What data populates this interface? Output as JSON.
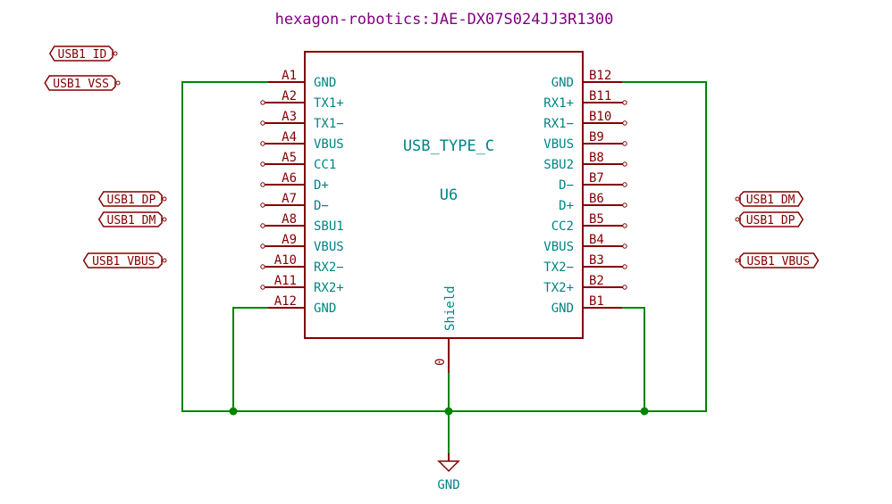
{
  "component": {
    "library_id": "hexagon-robotics:JAE-DX07S024JJ3R1300",
    "value": "USB_TYPE_C",
    "reference": "U6",
    "shield_pin_name": "Shield",
    "shield_pin_number": "0",
    "left_pins": [
      {
        "number": "A1",
        "name": "GND",
        "connected": true
      },
      {
        "number": "A2",
        "name": "TX1+",
        "connected": false
      },
      {
        "number": "A3",
        "name": "TX1−",
        "connected": false
      },
      {
        "number": "A4",
        "name": "VBUS",
        "connected": false
      },
      {
        "number": "A5",
        "name": "CC1",
        "connected": false
      },
      {
        "number": "A6",
        "name": "D+",
        "connected": false
      },
      {
        "number": "A7",
        "name": "D−",
        "connected": false
      },
      {
        "number": "A8",
        "name": "SBU1",
        "connected": false
      },
      {
        "number": "A9",
        "name": "VBUS",
        "connected": false
      },
      {
        "number": "A10",
        "name": "RX2−",
        "connected": false
      },
      {
        "number": "A11",
        "name": "RX2+",
        "connected": false
      },
      {
        "number": "A12",
        "name": "GND",
        "connected": true
      }
    ],
    "right_pins": [
      {
        "number": "B12",
        "name": "GND",
        "connected": true
      },
      {
        "number": "B11",
        "name": "RX1+",
        "connected": false
      },
      {
        "number": "B10",
        "name": "RX1−",
        "connected": false
      },
      {
        "number": "B9",
        "name": "VBUS",
        "connected": false
      },
      {
        "number": "B8",
        "name": "SBU2",
        "connected": false
      },
      {
        "number": "B7",
        "name": "D−",
        "connected": false
      },
      {
        "number": "B6",
        "name": "D+",
        "connected": false
      },
      {
        "number": "B5",
        "name": "CC2",
        "connected": false
      },
      {
        "number": "B4",
        "name": "VBUS",
        "connected": false
      },
      {
        "number": "B3",
        "name": "TX2−",
        "connected": false
      },
      {
        "number": "B2",
        "name": "TX2+",
        "connected": false
      },
      {
        "number": "B1",
        "name": "GND",
        "connected": true
      }
    ]
  },
  "hierarchical_labels": {
    "left": [
      {
        "text": "USB1_ID",
        "row": 0
      },
      {
        "text": "USB1_VSS",
        "row": 1
      },
      {
        "text": "USB1_DP",
        "row": 5
      },
      {
        "text": "USB1_DM",
        "row": 6
      },
      {
        "text": "USB1_VBUS",
        "row": 8
      }
    ],
    "right": [
      {
        "text": "USB1_DM",
        "row": 5
      },
      {
        "text": "USB1_DP",
        "row": 6
      },
      {
        "text": "USB1_VBUS",
        "row": 8
      }
    ]
  },
  "power": {
    "gnd_label": "GND"
  },
  "colors": {
    "component": "#840000",
    "pin_name": "#008484",
    "wire": "#008400",
    "library_id": "#840084"
  }
}
